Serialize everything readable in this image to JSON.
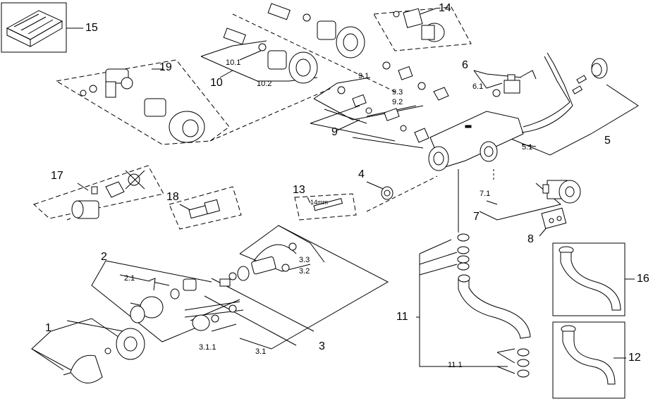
{
  "callouts": {
    "c1": "1",
    "c2": "2",
    "c2_1": "2.1",
    "c3": "3",
    "c3_1": "3.1",
    "c3_1_1": "3.1.1",
    "c3_2": "3.2",
    "c3_3": "3.3",
    "c4": "4",
    "c5": "5",
    "c5_1": "5.1",
    "c6": "6",
    "c6_1": "6.1",
    "c7": "7",
    "c7_1": "7.1",
    "c8": "8",
    "c9": "9",
    "c9_1": "9.1",
    "c9_2": "9.2",
    "c9_3": "9.3",
    "c10": "10",
    "c10_1": "10.1",
    "c10_2": "10.2",
    "c11": "11",
    "c11_1": "11.1",
    "c12": "12",
    "c13": "13",
    "c14": "14",
    "c15": "15",
    "c16": "16",
    "c17": "17",
    "c18": "18",
    "c19": "19"
  },
  "part13_marking": "14mm"
}
